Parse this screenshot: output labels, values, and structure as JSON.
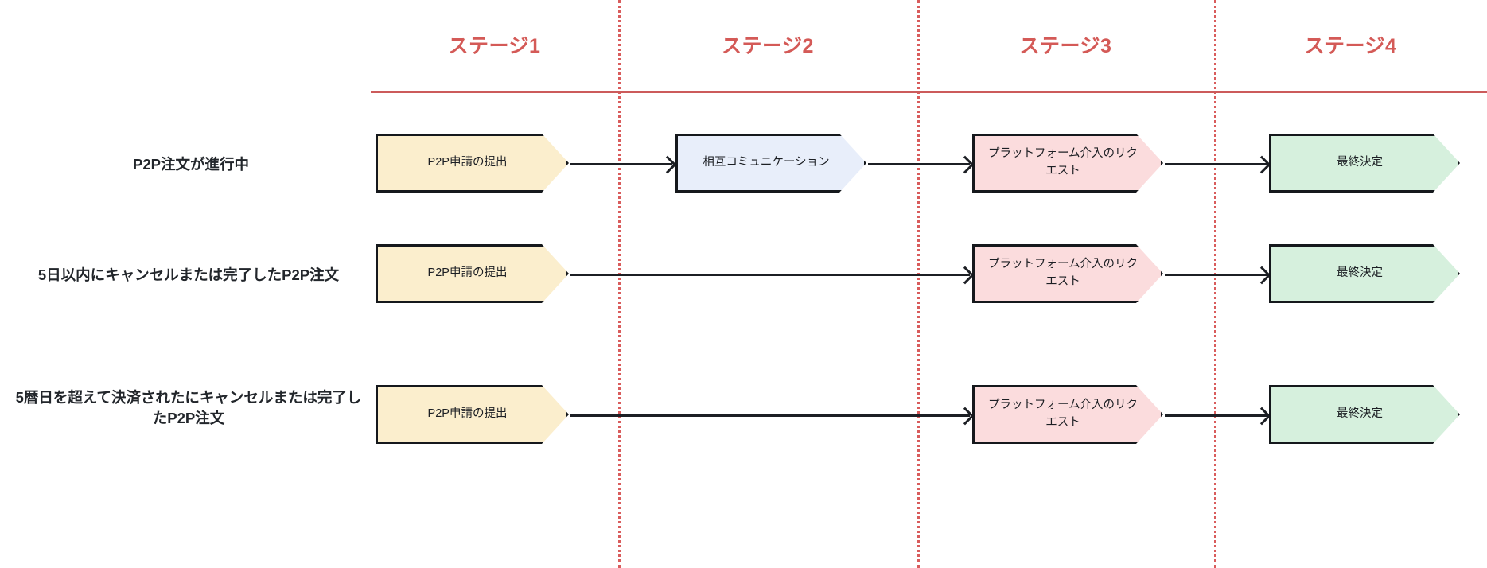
{
  "diagram": {
    "title_color": "#d45a57",
    "header_rule_color": "#cc5b5b",
    "divider_color": "#d95c5c",
    "stages": [
      {
        "label": "ステージ1"
      },
      {
        "label": "ステージ2"
      },
      {
        "label": "ステージ3"
      },
      {
        "label": "ステージ4"
      }
    ],
    "rows": [
      {
        "label": "P2P注文が進行中",
        "nodes": [
          {
            "stage": 1,
            "text": "P2P申請の提出",
            "color": "#fbeecd",
            "color_name": "yellow"
          },
          {
            "stage": 2,
            "text": "相互コミュニケーション",
            "color": "#e8eefa",
            "color_name": "blue"
          },
          {
            "stage": 3,
            "text": "プラットフォーム介入のリクエスト",
            "color": "#fbdcdd",
            "color_name": "pink"
          },
          {
            "stage": 4,
            "text": "最終決定",
            "color": "#d6f0dd",
            "color_name": "green"
          }
        ],
        "connectors": [
          {
            "from_stage": 1,
            "to_stage": 2
          },
          {
            "from_stage": 2,
            "to_stage": 3
          },
          {
            "from_stage": 3,
            "to_stage": 4
          }
        ]
      },
      {
        "label": "5日以内にキャンセルまたは完了したP2P注文",
        "nodes": [
          {
            "stage": 1,
            "text": "P2P申請の提出",
            "color": "#fbeecd",
            "color_name": "yellow"
          },
          {
            "stage": 3,
            "text": "プラットフォーム介入のリクエスト",
            "color": "#fbdcdd",
            "color_name": "pink"
          },
          {
            "stage": 4,
            "text": "最終決定",
            "color": "#d6f0dd",
            "color_name": "green"
          }
        ],
        "connectors": [
          {
            "from_stage": 1,
            "to_stage": 3
          },
          {
            "from_stage": 3,
            "to_stage": 4
          }
        ]
      },
      {
        "label": "5暦日を超えて決済されたにキャンセルまたは完了したP2P注文",
        "nodes": [
          {
            "stage": 1,
            "text": "P2P申請の提出",
            "color": "#fbeecd",
            "color_name": "yellow"
          },
          {
            "stage": 3,
            "text": "プラットフォーム介入のリクエスト",
            "color": "#fbdcdd",
            "color_name": "pink"
          },
          {
            "stage": 4,
            "text": "最終決定",
            "color": "#d6f0dd",
            "color_name": "green"
          }
        ],
        "connectors": [
          {
            "from_stage": 1,
            "to_stage": 3
          },
          {
            "from_stage": 3,
            "to_stage": 4
          }
        ]
      }
    ]
  }
}
